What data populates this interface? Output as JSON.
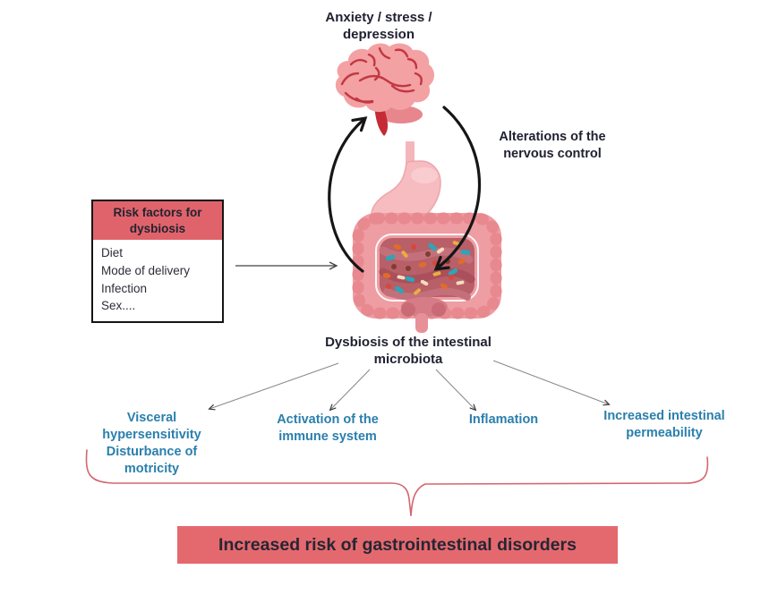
{
  "diagram": {
    "top_label": "Anxiety / stress / depression",
    "right_label": "Alterations of the nervous control",
    "risk_box": {
      "title": "Risk factors for dysbiosis",
      "items": [
        "Diet",
        "Mode of delivery",
        "Infection",
        "Sex...."
      ]
    },
    "center_label": "Dysbiosis of the intestinal microbiota",
    "outcomes": [
      {
        "label": "Visceral hypersensitivity Disturbance of motricity"
      },
      {
        "label": "Activation of the immune system"
      },
      {
        "label": "Inflamation"
      },
      {
        "label": "Increased intestinal permeability"
      }
    ],
    "banner": "Increased risk of gastrointestinal disorders",
    "icons": [
      {
        "name": "brain-illustration"
      },
      {
        "name": "digestive-tract-illustration"
      },
      {
        "name": "gut-brain-cycle-arrows"
      },
      {
        "name": "curly-brace"
      }
    ],
    "colors": {
      "box_header_red": "#e0636c",
      "banner_red": "#e4696e",
      "brace_red": "#d4666e",
      "outcome_blue": "#2a7fad",
      "text_dark": "#1f2030"
    }
  }
}
